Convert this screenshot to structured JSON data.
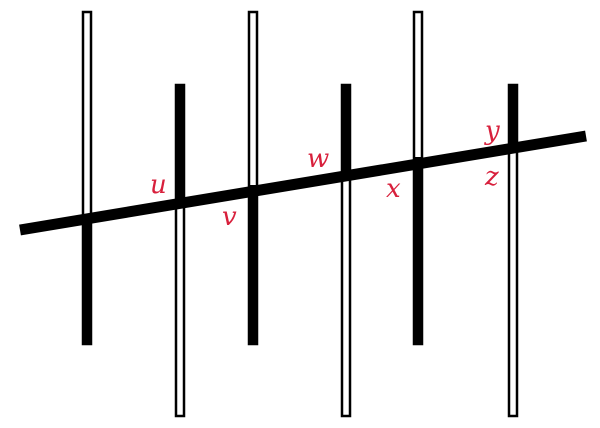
{
  "colors": {
    "label": "#d8203c",
    "line": "#000000",
    "background": "#ffffff"
  },
  "labels": {
    "u": "u",
    "v": "v",
    "w": "w",
    "x": "x",
    "y": "y",
    "z": "z"
  }
}
